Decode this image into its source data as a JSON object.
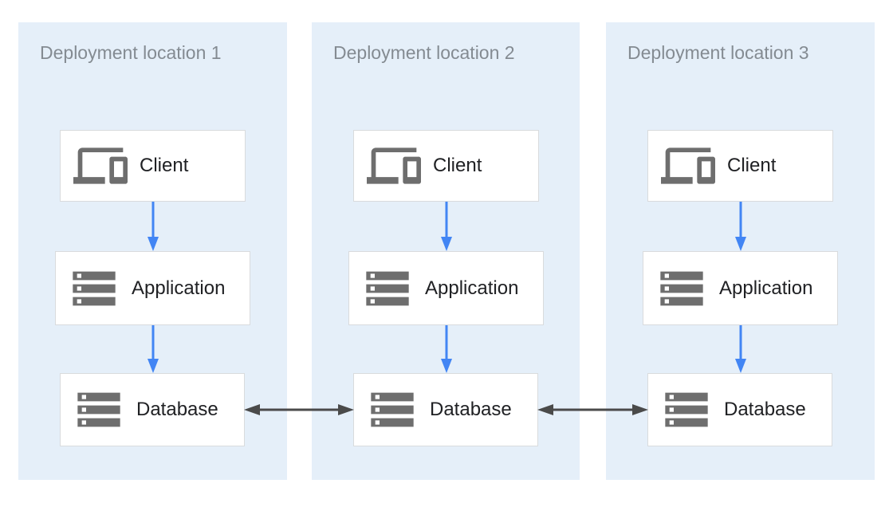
{
  "diagram": {
    "colors": {
      "panel_bg": "#E5EFF9",
      "box_bg": "#FFFFFF",
      "box_border": "#D9DBDD",
      "icon_color": "#6E6E6E",
      "label_color": "#202124",
      "title_color": "#848B92",
      "flow_arrow_color": "#4285F4",
      "replication_arrow_color": "#4A4A4A"
    },
    "panels": [
      {
        "title": "Deployment location 1",
        "nodes": [
          {
            "icon": "devices-icon",
            "label": "Client"
          },
          {
            "icon": "storage-icon",
            "label": "Application"
          },
          {
            "icon": "storage-icon",
            "label": "Database"
          }
        ]
      },
      {
        "title": "Deployment location 2",
        "nodes": [
          {
            "icon": "devices-icon",
            "label": "Client"
          },
          {
            "icon": "storage-icon",
            "label": "Application"
          },
          {
            "icon": "storage-icon",
            "label": "Database"
          }
        ]
      },
      {
        "title": "Deployment location 3",
        "nodes": [
          {
            "icon": "devices-icon",
            "label": "Client"
          },
          {
            "icon": "storage-icon",
            "label": "Application"
          },
          {
            "icon": "storage-icon",
            "label": "Database"
          }
        ]
      }
    ],
    "connections": {
      "within_each_panel": [
        {
          "from": "Client",
          "to": "Application",
          "style": "blue-down-arrow"
        },
        {
          "from": "Application",
          "to": "Database",
          "style": "blue-down-arrow"
        }
      ],
      "between_panels": [
        {
          "from": "Database 1",
          "to": "Database 2",
          "style": "dark-double-arrow"
        },
        {
          "from": "Database 2",
          "to": "Database 3",
          "style": "dark-double-arrow"
        }
      ]
    }
  }
}
